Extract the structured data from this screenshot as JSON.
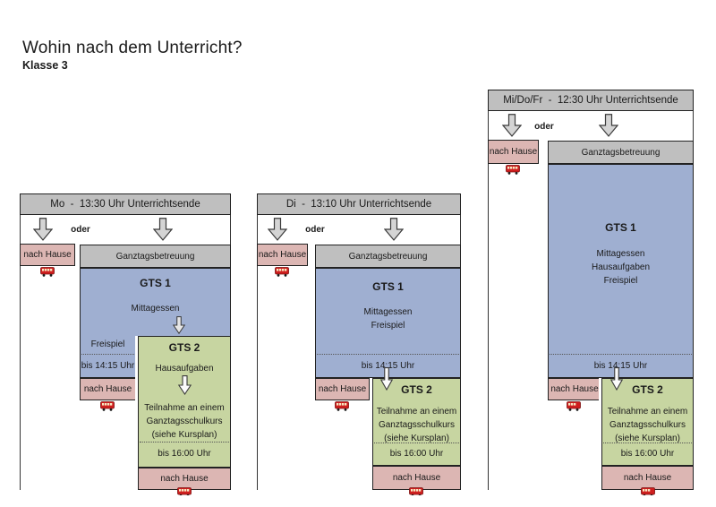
{
  "title": "Wohin nach dem Unterricht?",
  "subtitle": "Klasse 3",
  "colors": {
    "gray": "#bfbfbf",
    "blue": "#9fafd1",
    "green": "#c7d5a1",
    "pink": "#dcb6b3"
  },
  "icons": {
    "bus": "bus-icon",
    "arrow": "arrow-down-icon"
  },
  "shared": {
    "oder": "oder",
    "nach_hause": "nach Hause",
    "ganztagsbetreuung": "Ganztagsbetreuung"
  },
  "columns": [
    {
      "day": "Mo",
      "header": "Mo  -  13:30 Uhr Unterrichtsende",
      "gts1": {
        "title": "GTS 1",
        "mittagessen": "Mittagessen",
        "freispiel": "Freispiel",
        "bis": "bis 14:15 Uhr"
      },
      "gts2": {
        "title": "GTS 2",
        "hausaufgaben": "Hausaufgaben",
        "lines": [
          "Teilnahme an einem",
          "Ganztagsschulkurs",
          "(siehe Kursplan)"
        ],
        "bis": "bis 16:00 Uhr"
      }
    },
    {
      "day": "Di",
      "header": "Di  -  13:10 Uhr Unterrichtsende",
      "gts1": {
        "title": "GTS 1",
        "lines": [
          "Mittagessen",
          "Freispiel"
        ],
        "bis": "bis 14:15 Uhr"
      },
      "gts2": {
        "title": "GTS 2",
        "lines": [
          "Teilnahme an einem",
          "Ganztagsschulkurs",
          "(siehe Kursplan)"
        ],
        "bis": "bis 16:00 Uhr"
      }
    },
    {
      "day": "Mi/Do/Fr",
      "header": "Mi/Do/Fr  -  12:30 Uhr Unterrichtsende",
      "gts1": {
        "title": "GTS 1",
        "lines": [
          "Mittagessen",
          "Hausaufgaben",
          "Freispiel"
        ],
        "bis": "bis 14:15 Uhr"
      },
      "gts2": {
        "title": "GTS 2",
        "lines": [
          "Teilnahme an einem",
          "Ganztagsschulkurs",
          "(siehe Kursplan)"
        ],
        "bis": "bis 16:00 Uhr"
      }
    }
  ]
}
